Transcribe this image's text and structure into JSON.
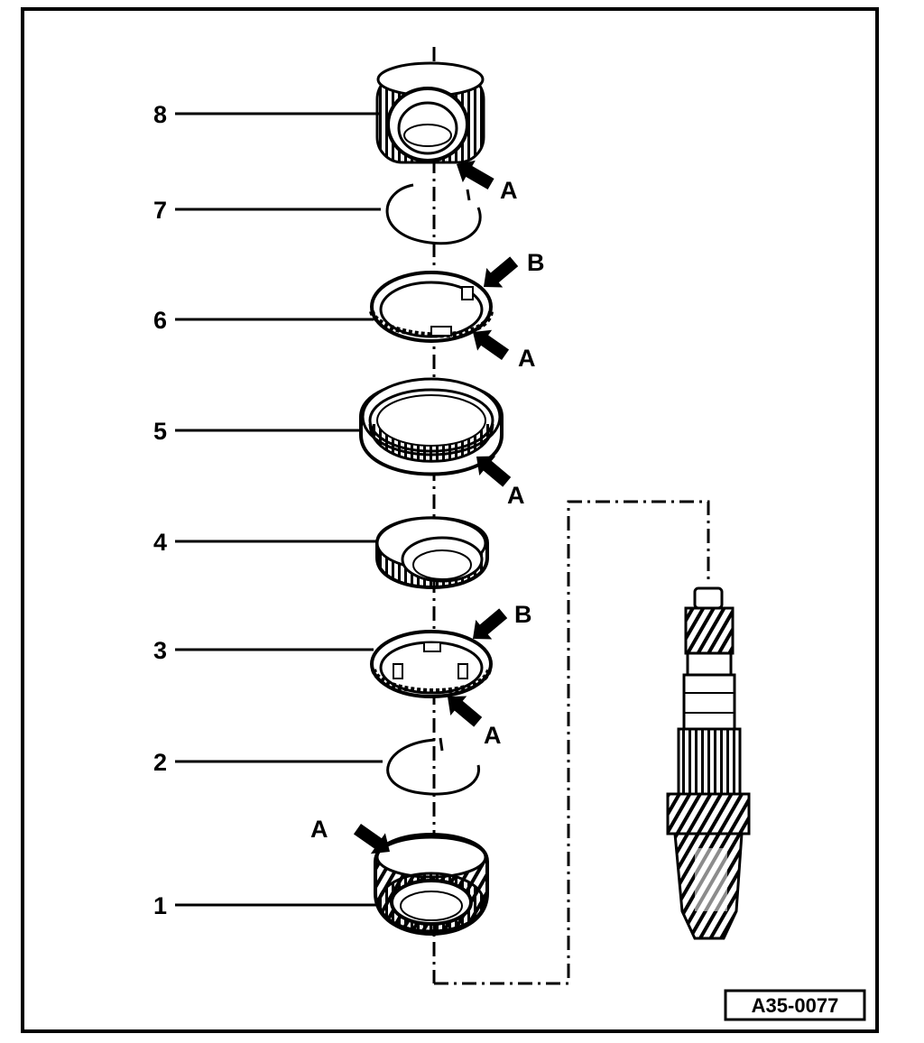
{
  "parts": [
    {
      "id": "part-1",
      "number": "1"
    },
    {
      "id": "part-2",
      "number": "2"
    },
    {
      "id": "part-3",
      "number": "3"
    },
    {
      "id": "part-4",
      "number": "4"
    },
    {
      "id": "part-5",
      "number": "5"
    },
    {
      "id": "part-6",
      "number": "6"
    },
    {
      "id": "part-7",
      "number": "7"
    },
    {
      "id": "part-8",
      "number": "8"
    }
  ],
  "callouts": {
    "a": "A",
    "b": "B"
  },
  "figure_id": "A35-0077"
}
